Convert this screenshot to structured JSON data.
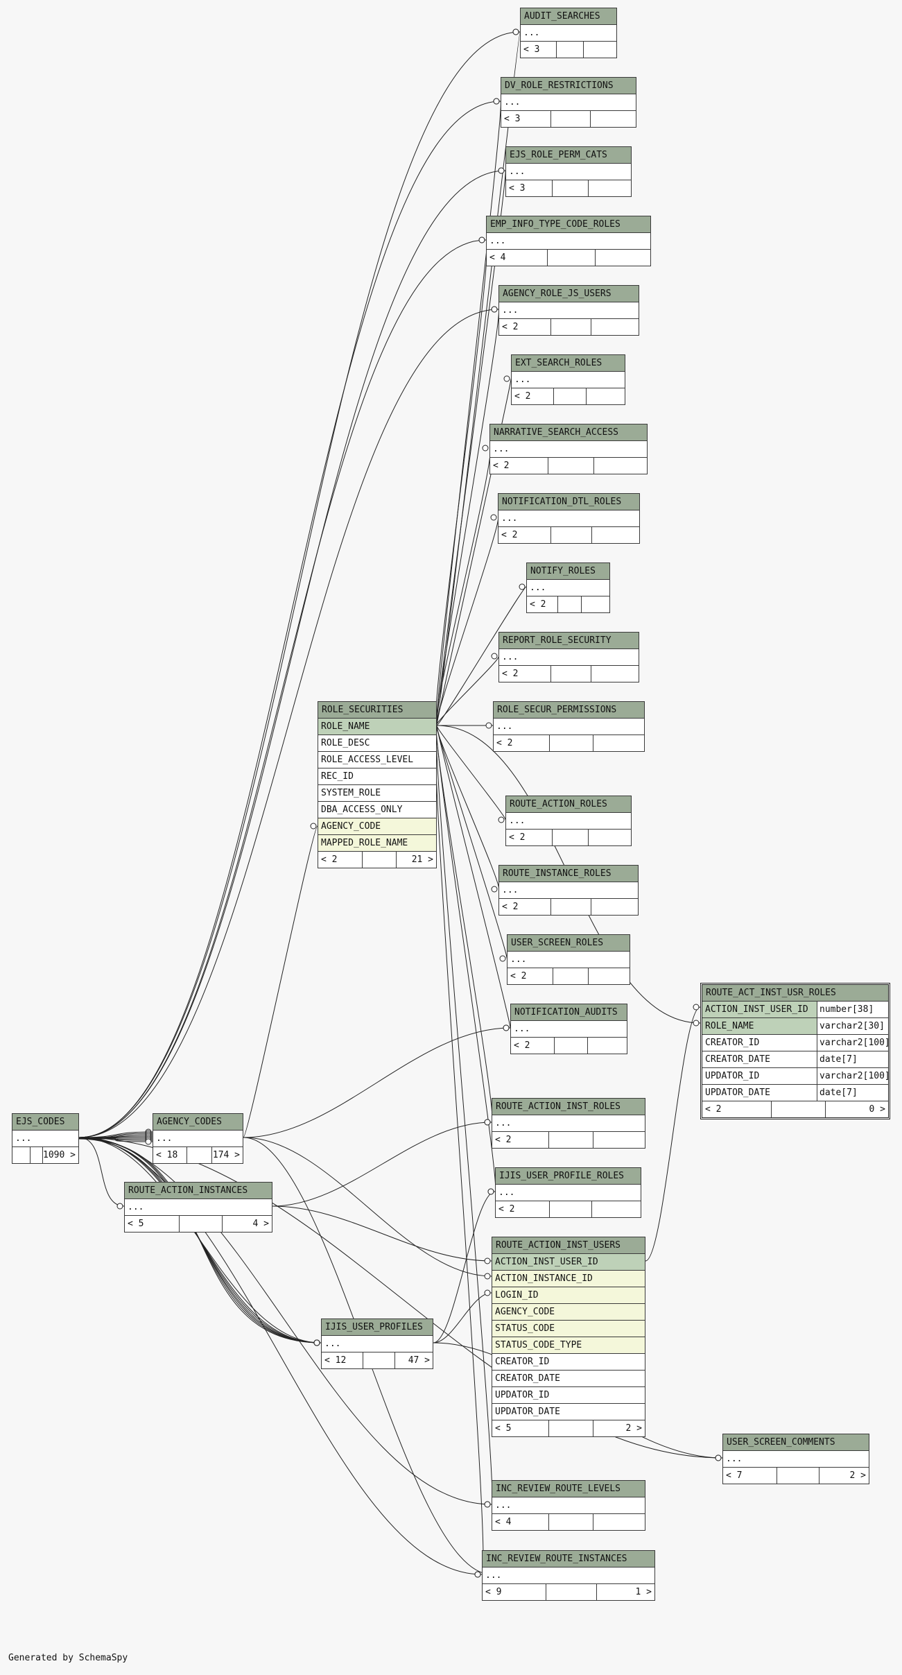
{
  "footer": "Generated by SchemaSpy",
  "tables": [
    {
      "name": "AUDIT_SEARCHES",
      "rows": [
        {
          "c": "..."
        }
      ],
      "parents": "< 3",
      "children": ""
    },
    {
      "name": "DV_ROLE_RESTRICTIONS",
      "rows": [
        {
          "c": "..."
        }
      ],
      "parents": "< 3",
      "children": ""
    },
    {
      "name": "EJS_ROLE_PERM_CATS",
      "rows": [
        {
          "c": "..."
        }
      ],
      "parents": "< 3",
      "children": ""
    },
    {
      "name": "EMP_INFO_TYPE_CODE_ROLES",
      "rows": [
        {
          "c": "..."
        }
      ],
      "parents": "< 4",
      "children": ""
    },
    {
      "name": "AGENCY_ROLE_JS_USERS",
      "rows": [
        {
          "c": "..."
        }
      ],
      "parents": "< 2",
      "children": ""
    },
    {
      "name": "EXT_SEARCH_ROLES",
      "rows": [
        {
          "c": "..."
        }
      ],
      "parents": "< 2",
      "children": ""
    },
    {
      "name": "NARRATIVE_SEARCH_ACCESS",
      "rows": [
        {
          "c": "..."
        }
      ],
      "parents": "< 2",
      "children": ""
    },
    {
      "name": "NOTIFICATION_DTL_ROLES",
      "rows": [
        {
          "c": "..."
        }
      ],
      "parents": "< 2",
      "children": ""
    },
    {
      "name": "NOTIFY_ROLES",
      "rows": [
        {
          "c": "..."
        }
      ],
      "parents": "< 2",
      "children": ""
    },
    {
      "name": "REPORT_ROLE_SECURITY",
      "rows": [
        {
          "c": "..."
        }
      ],
      "parents": "< 2",
      "children": ""
    },
    {
      "name": "ROLE_SECUR_PERMISSIONS",
      "rows": [
        {
          "c": "..."
        }
      ],
      "parents": "< 2",
      "children": ""
    },
    {
      "name": "ROLE_SECURITIES",
      "rows": [
        {
          "c": "ROLE_NAME",
          "k": "pk"
        },
        {
          "c": "ROLE_DESC"
        },
        {
          "c": "ROLE_ACCESS_LEVEL"
        },
        {
          "c": "REC_ID"
        },
        {
          "c": "SYSTEM_ROLE"
        },
        {
          "c": "DBA_ACCESS_ONLY"
        },
        {
          "c": "AGENCY_CODE",
          "k": "fk"
        },
        {
          "c": "MAPPED_ROLE_NAME",
          "k": "fk"
        }
      ],
      "parents": "< 2",
      "children": "21 >"
    },
    {
      "name": "ROUTE_ACTION_ROLES",
      "rows": [
        {
          "c": "..."
        }
      ],
      "parents": "< 2",
      "children": ""
    },
    {
      "name": "ROUTE_INSTANCE_ROLES",
      "rows": [
        {
          "c": "..."
        }
      ],
      "parents": "< 2",
      "children": ""
    },
    {
      "name": "USER_SCREEN_ROLES",
      "rows": [
        {
          "c": "..."
        }
      ],
      "parents": "< 2",
      "children": ""
    },
    {
      "name": "NOTIFICATION_AUDITS",
      "rows": [
        {
          "c": "..."
        }
      ],
      "parents": "< 2",
      "children": ""
    },
    {
      "name": "ROUTE_ACT_INST_USR_ROLES",
      "focus": true,
      "rows": [
        {
          "c": "ACTION_INST_USER_ID",
          "t": "number[38]",
          "k": "pk"
        },
        {
          "c": "ROLE_NAME",
          "t": "varchar2[30]",
          "k": "pk"
        },
        {
          "c": "CREATOR_ID",
          "t": "varchar2[100]"
        },
        {
          "c": "CREATOR_DATE",
          "t": "date[7]"
        },
        {
          "c": "UPDATOR_ID",
          "t": "varchar2[100]"
        },
        {
          "c": "UPDATOR_DATE",
          "t": "date[7]"
        }
      ],
      "parents": "< 2",
      "children": "0 >"
    },
    {
      "name": "EJS_CODES",
      "rows": [
        {
          "c": "..."
        }
      ],
      "parents": "",
      "children": "1090 >"
    },
    {
      "name": "AGENCY_CODES",
      "rows": [
        {
          "c": "..."
        }
      ],
      "parents": "< 18",
      "children": "174 >"
    },
    {
      "name": "ROUTE_ACTION_INST_ROLES",
      "rows": [
        {
          "c": "..."
        }
      ],
      "parents": "< 2",
      "children": ""
    },
    {
      "name": "ROUTE_ACTION_INSTANCES",
      "rows": [
        {
          "c": "..."
        }
      ],
      "parents": "< 5",
      "children": "4 >"
    },
    {
      "name": "IJIS_USER_PROFILE_ROLES",
      "rows": [
        {
          "c": "..."
        }
      ],
      "parents": "< 2",
      "children": ""
    },
    {
      "name": "ROUTE_ACTION_INST_USERS",
      "rows": [
        {
          "c": "ACTION_INST_USER_ID",
          "k": "pk"
        },
        {
          "c": "ACTION_INSTANCE_ID",
          "k": "fk"
        },
        {
          "c": "LOGIN_ID",
          "k": "fk"
        },
        {
          "c": "AGENCY_CODE",
          "k": "fk"
        },
        {
          "c": "STATUS_CODE",
          "k": "fk"
        },
        {
          "c": "STATUS_CODE_TYPE",
          "k": "fk"
        },
        {
          "c": "CREATOR_ID"
        },
        {
          "c": "CREATOR_DATE"
        },
        {
          "c": "UPDATOR_ID"
        },
        {
          "c": "UPDATOR_DATE"
        }
      ],
      "parents": "< 5",
      "children": "2 >"
    },
    {
      "name": "IJIS_USER_PROFILES",
      "rows": [
        {
          "c": "..."
        }
      ],
      "parents": "< 12",
      "children": "47 >"
    },
    {
      "name": "USER_SCREEN_COMMENTS",
      "rows": [
        {
          "c": "..."
        }
      ],
      "parents": "< 7",
      "children": "2 >"
    },
    {
      "name": "INC_REVIEW_ROUTE_LEVELS",
      "rows": [
        {
          "c": "..."
        }
      ],
      "parents": "< 4",
      "children": ""
    },
    {
      "name": "INC_REVIEW_ROUTE_INSTANCES",
      "rows": [
        {
          "c": "..."
        }
      ],
      "parents": "< 9",
      "children": "1 >"
    }
  ]
}
